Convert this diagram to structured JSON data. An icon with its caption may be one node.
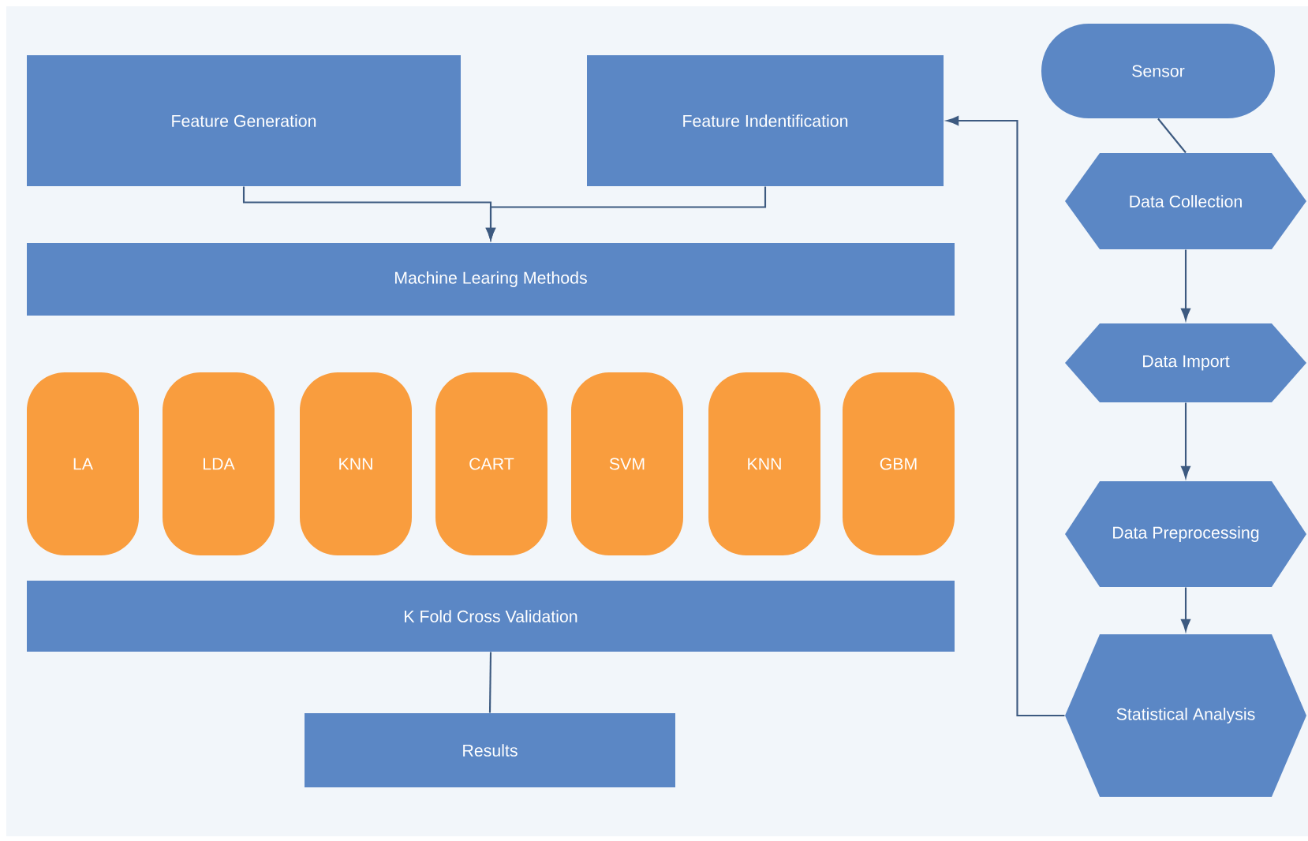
{
  "diagram": {
    "nodes": [
      {
        "text": [
          "Feature Generation"
        ]
      },
      {
        "text": [
          "Feature Indentification"
        ]
      },
      {
        "text": [
          "Machine Learing Methods"
        ]
      },
      {
        "text": [
          "LA"
        ]
      },
      {
        "text": [
          "LDA"
        ]
      },
      {
        "text": [
          "KNN"
        ]
      },
      {
        "text": [
          "CART"
        ]
      },
      {
        "text": [
          "SVM"
        ]
      },
      {
        "text": [
          "KNN"
        ]
      },
      {
        "text": [
          "GBM"
        ]
      },
      {
        "text": [
          "K Fold Cross Validation"
        ]
      },
      {
        "text": [
          "Results"
        ]
      },
      {
        "text": [
          "Sensor"
        ]
      },
      {
        "text": [
          "Data Collection"
        ]
      },
      {
        "text": [
          "Data Import"
        ]
      },
      {
        "text": [
          "Data Preprocessing"
        ]
      },
      {
        "text": [
          "Statistical Analysis"
        ]
      }
    ],
    "edges": [
      {
        "from": 0,
        "to": 2,
        "arrow": "to"
      },
      {
        "from": 1,
        "to": 2,
        "arrow": "to"
      },
      {
        "from": 10,
        "to": 11,
        "arrow": "none"
      },
      {
        "from": 12,
        "to": 13,
        "arrow": "none"
      },
      {
        "from": 13,
        "to": 14,
        "arrow": "to"
      },
      {
        "from": 14,
        "to": 15,
        "arrow": "to"
      },
      {
        "from": 15,
        "to": 16,
        "arrow": "to"
      },
      {
        "from": 16,
        "to": 1,
        "arrow": "to"
      }
    ]
  }
}
